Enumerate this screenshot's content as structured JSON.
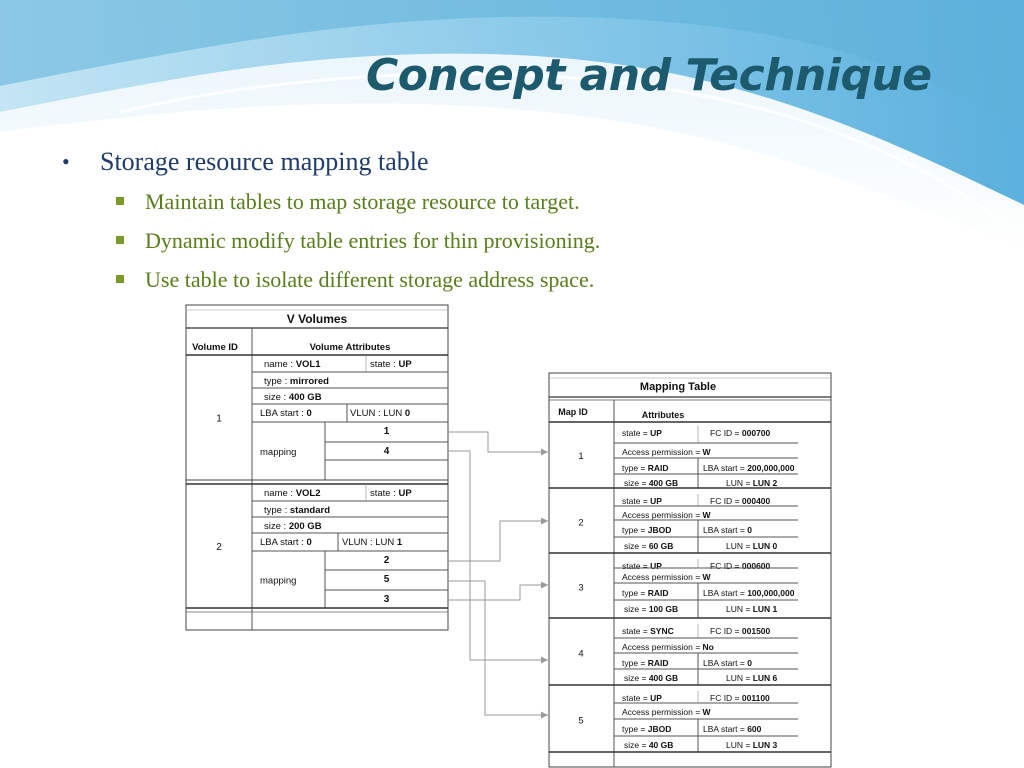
{
  "title": "Concept and Technique",
  "bullets": [
    {
      "text": "Storage resource mapping table",
      "children": [
        "Maintain tables to map storage resource to target.",
        "Dynamic modify table entries for thin provisioning.",
        "Use table to isolate different storage address space."
      ]
    }
  ],
  "colors": {
    "title": "#1d5a6e",
    "bullet_l1": "#1f3b6a",
    "bullet_l2": "#5a7d1c",
    "wave": "#5fb0d8"
  },
  "vvolumes": {
    "title": "V Volumes",
    "col_id": "Volume ID",
    "col_attr": "Volume Attributes",
    "volumes": [
      {
        "id": "1",
        "name": "VOL1",
        "state": "UP",
        "type": "mirrored",
        "size": "400 GB",
        "lba_start": "0",
        "vlun": "0",
        "mapping_label": "mapping",
        "mapping": [
          "1",
          "4",
          ""
        ]
      },
      {
        "id": "2",
        "name": "VOL2",
        "state": "UP",
        "type": "standard",
        "size": "200 GB",
        "lba_start": "0",
        "vlun": "1",
        "mapping_label": "mapping",
        "mapping": [
          "2",
          "5",
          "3"
        ]
      }
    ],
    "labels": {
      "name": "name :",
      "state": "state :",
      "type": "type :",
      "size": "size :",
      "lba": "LBA start  :",
      "vlun": "VLUN  : LUN"
    }
  },
  "mapping_table": {
    "title": "Mapping  Table",
    "col_id": "Map ID",
    "col_attr": "Attributes",
    "maps": [
      {
        "id": "1",
        "state": "UP",
        "fcid": "000700",
        "access": "W",
        "type": "RAID",
        "lba": "200,000,000",
        "size": "400 GB",
        "lun": "LUN 2"
      },
      {
        "id": "2",
        "state": "UP",
        "fcid": "000400",
        "access": "W",
        "type": "JBOD",
        "lba": "0",
        "size": "60 GB",
        "lun": "LUN 0"
      },
      {
        "id": "3",
        "state": "UP",
        "fcid": "000600",
        "access": "W",
        "type": "RAID",
        "lba": "100,000,000",
        "size": "100 GB",
        "lun": "LUN 1"
      },
      {
        "id": "4",
        "state": "SYNC",
        "fcid": "001500",
        "access": "No",
        "type": "RAID",
        "lba": "0",
        "size": "400 GB",
        "lun": "LUN 6"
      },
      {
        "id": "5",
        "state": "UP",
        "fcid": "001100",
        "access": "W",
        "type": "JBOD",
        "lba": "600",
        "size": "40 GB",
        "lun": "LUN 3"
      }
    ],
    "labels": {
      "state": "state =",
      "fcid": "FC ID =",
      "access": "Access permission =",
      "type": "type =",
      "lba": "LBA start =",
      "size": "size =",
      "lun": "LUN ="
    }
  }
}
